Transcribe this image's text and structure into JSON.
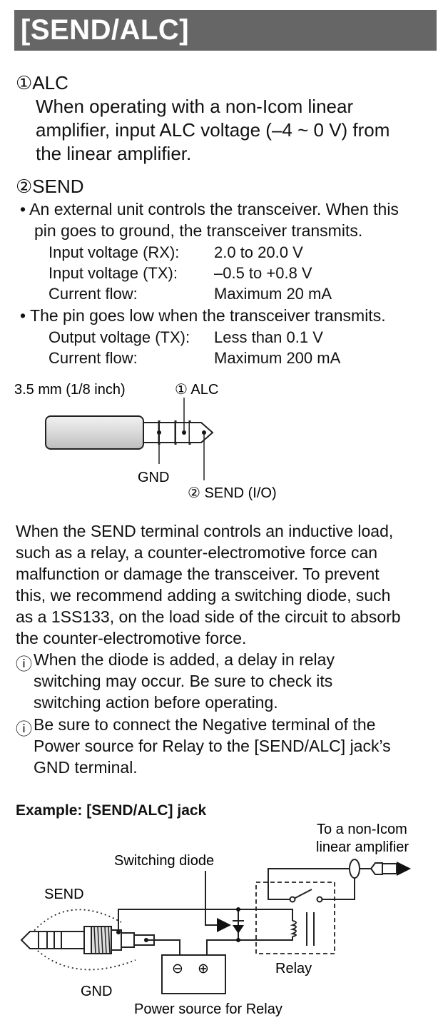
{
  "header": {
    "title": "[SEND/ALC]"
  },
  "alc": {
    "heading": "①ALC",
    "lines": [
      "When operating with a non-Icom linear",
      "amplifier, input ALC voltage (–4 ~ 0 V) from",
      "the linear amplifier."
    ]
  },
  "send": {
    "heading": "②SEND",
    "bullet1_lines": [
      "• An external unit controls the transceiver. When this",
      "pin goes to ground, the transceiver transmits."
    ],
    "specs1": [
      {
        "label": "Input voltage (RX):",
        "value": "2.0 to 20.0 V"
      },
      {
        "label": "Input voltage (TX):",
        "value": "–0.5 to +0.8 V"
      },
      {
        "label": "Current flow:",
        "value": "Maximum 20 mA"
      }
    ],
    "bullet2": "• The pin goes low when the transceiver transmits.",
    "specs2": [
      {
        "label": "Output voltage (TX):",
        "value": "Less than 0.1 V"
      },
      {
        "label": "Current flow:",
        "value": "Maximum 200 mA"
      }
    ]
  },
  "plug_diagram": {
    "size_label": "3.5 mm (1/8 inch)",
    "alc_label": "① ALC",
    "gnd_label": "GND",
    "send_label": "② SEND (I/O)"
  },
  "paragraph": {
    "lines": [
      "When the SEND terminal controls an inductive load,",
      "such as a relay, a counter-electromotive force can",
      "malfunction or damage the transceiver. To prevent",
      "this, we recommend adding a switching diode, such",
      "as a 1SS133, on the load side of the circuit to absorb",
      "the counter-electromotive force."
    ]
  },
  "notes": [
    {
      "icon": "ⓘ",
      "lines": [
        "When the diode is added, a delay in relay",
        "switching may occur. Be sure to check its",
        "switching action before operating."
      ]
    },
    {
      "icon": "ⓘ",
      "lines": [
        "Be sure to connect the Negative terminal of the",
        "Power source for Relay to the [SEND/ALC] jack’s",
        "GND terminal."
      ]
    }
  ],
  "example": {
    "title": "Example: [SEND/ALC] jack",
    "amp_line1": "To a non-Icom",
    "amp_line2": "linear amplifier",
    "diode_label": "Switching diode",
    "send_label": "SEND",
    "gnd_label": "GND",
    "relay_label": "Relay",
    "power_label": "Power source for Relay",
    "minus_symbol": "⊖",
    "plus_symbol": "⊕"
  }
}
